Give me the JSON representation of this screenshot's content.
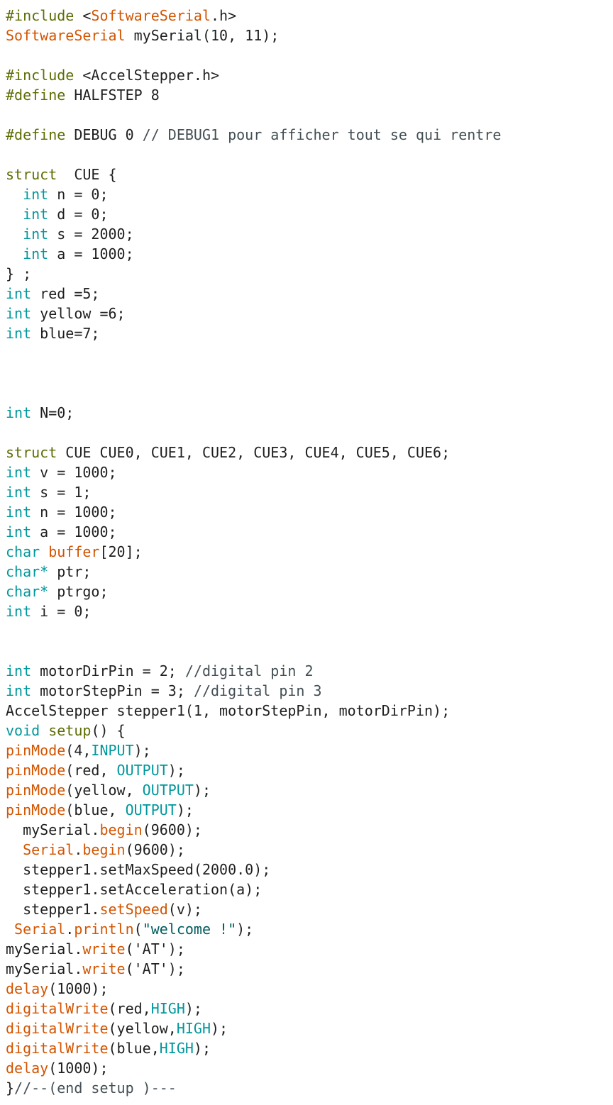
{
  "editor": {
    "lines": [
      [
        {
          "t": "#include",
          "c": "pp"
        },
        {
          "t": " <"
        },
        {
          "t": "SoftwareSerial",
          "c": "lib"
        },
        {
          "t": ".h>"
        }
      ],
      [
        {
          "t": "SoftwareSerial",
          "c": "lib"
        },
        {
          "t": " mySerial(10, 11);"
        }
      ],
      [],
      [
        {
          "t": "#include",
          "c": "pp"
        },
        {
          "t": " <AccelStepper.h>"
        }
      ],
      [
        {
          "t": "#define",
          "c": "pp"
        },
        {
          "t": " HALFSTEP 8"
        }
      ],
      [],
      [
        {
          "t": "#define",
          "c": "pp"
        },
        {
          "t": " DEBUG 0 "
        },
        {
          "t": "// DEBUG1 pour afficher tout se qui rentre",
          "c": "cmt"
        }
      ],
      [],
      [
        {
          "t": "struct",
          "c": "kw"
        },
        {
          "t": "  CUE {"
        }
      ],
      [
        {
          "t": "  "
        },
        {
          "t": "int",
          "c": "type"
        },
        {
          "t": " n = 0;"
        }
      ],
      [
        {
          "t": "  "
        },
        {
          "t": "int",
          "c": "type"
        },
        {
          "t": " d = 0;"
        }
      ],
      [
        {
          "t": "  "
        },
        {
          "t": "int",
          "c": "type"
        },
        {
          "t": " s = 2000;"
        }
      ],
      [
        {
          "t": "  "
        },
        {
          "t": "int",
          "c": "type"
        },
        {
          "t": " a = 1000;"
        }
      ],
      [
        {
          "t": "} ;"
        }
      ],
      [
        {
          "t": "int",
          "c": "type"
        },
        {
          "t": " red =5;"
        }
      ],
      [
        {
          "t": "int",
          "c": "type"
        },
        {
          "t": " yellow =6;"
        }
      ],
      [
        {
          "t": "int",
          "c": "type"
        },
        {
          "t": " blue=7;"
        }
      ],
      [],
      [],
      [],
      [
        {
          "t": "int",
          "c": "type"
        },
        {
          "t": " N=0;"
        }
      ],
      [],
      [
        {
          "t": "struct",
          "c": "kw"
        },
        {
          "t": " CUE CUE0, CUE1, CUE2, CUE3, CUE4, CUE5, CUE6;"
        }
      ],
      [
        {
          "t": "int",
          "c": "type"
        },
        {
          "t": " v = 1000;"
        }
      ],
      [
        {
          "t": "int",
          "c": "type"
        },
        {
          "t": " s = 1;"
        }
      ],
      [
        {
          "t": "int",
          "c": "type"
        },
        {
          "t": " n = 1000;"
        }
      ],
      [
        {
          "t": "int",
          "c": "type"
        },
        {
          "t": " a = 1000;"
        }
      ],
      [
        {
          "t": "char",
          "c": "type"
        },
        {
          "t": " "
        },
        {
          "t": "buffer",
          "c": "lib"
        },
        {
          "t": "[20];"
        }
      ],
      [
        {
          "t": "char*",
          "c": "type"
        },
        {
          "t": " ptr;"
        }
      ],
      [
        {
          "t": "char*",
          "c": "type"
        },
        {
          "t": " ptrgo;"
        }
      ],
      [
        {
          "t": "int",
          "c": "type"
        },
        {
          "t": " i = 0;"
        }
      ],
      [],
      [],
      [
        {
          "t": "int",
          "c": "type"
        },
        {
          "t": " motorDirPin = 2; "
        },
        {
          "t": "//digital pin 2",
          "c": "cmt"
        }
      ],
      [
        {
          "t": "int",
          "c": "type"
        },
        {
          "t": " motorStepPin = 3; "
        },
        {
          "t": "//digital pin 3",
          "c": "cmt"
        }
      ],
      [
        {
          "t": "AccelStepper stepper1(1, motorStepPin, motorDirPin);"
        }
      ],
      [
        {
          "t": "void",
          "c": "type"
        },
        {
          "t": " "
        },
        {
          "t": "setup",
          "c": "kw"
        },
        {
          "t": "() {"
        }
      ],
      [
        {
          "t": "pinMode",
          "c": "fn"
        },
        {
          "t": "(4,"
        },
        {
          "t": "INPUT",
          "c": "const"
        },
        {
          "t": ");"
        }
      ],
      [
        {
          "t": "pinMode",
          "c": "fn"
        },
        {
          "t": "(red, "
        },
        {
          "t": "OUTPUT",
          "c": "const"
        },
        {
          "t": ");"
        }
      ],
      [
        {
          "t": "pinMode",
          "c": "fn"
        },
        {
          "t": "(yellow, "
        },
        {
          "t": "OUTPUT",
          "c": "const"
        },
        {
          "t": ");"
        }
      ],
      [
        {
          "t": "pinMode",
          "c": "fn"
        },
        {
          "t": "(blue, "
        },
        {
          "t": "OUTPUT",
          "c": "const"
        },
        {
          "t": ");"
        }
      ],
      [
        {
          "t": "  mySerial."
        },
        {
          "t": "begin",
          "c": "fn"
        },
        {
          "t": "(9600);"
        }
      ],
      [
        {
          "t": "  "
        },
        {
          "t": "Serial",
          "c": "lib"
        },
        {
          "t": "."
        },
        {
          "t": "begin",
          "c": "fn"
        },
        {
          "t": "(9600);"
        }
      ],
      [
        {
          "t": "  stepper1.setMaxSpeed(2000.0);"
        }
      ],
      [
        {
          "t": "  stepper1.setAcceleration(a);"
        }
      ],
      [
        {
          "t": "  stepper1."
        },
        {
          "t": "setSpeed",
          "c": "fn"
        },
        {
          "t": "(v);"
        }
      ],
      [
        {
          "t": " "
        },
        {
          "t": "Serial",
          "c": "lib"
        },
        {
          "t": "."
        },
        {
          "t": "println",
          "c": "fn"
        },
        {
          "t": "("
        },
        {
          "t": "\"welcome !\"",
          "c": "str"
        },
        {
          "t": ");"
        }
      ],
      [
        {
          "t": "mySerial."
        },
        {
          "t": "write",
          "c": "fn"
        },
        {
          "t": "('AT');"
        }
      ],
      [
        {
          "t": "mySerial."
        },
        {
          "t": "write",
          "c": "fn"
        },
        {
          "t": "('AT');"
        }
      ],
      [
        {
          "t": "delay",
          "c": "fn"
        },
        {
          "t": "(1000);"
        }
      ],
      [
        {
          "t": "digitalWrite",
          "c": "fn"
        },
        {
          "t": "(red,"
        },
        {
          "t": "HIGH",
          "c": "const"
        },
        {
          "t": ");"
        }
      ],
      [
        {
          "t": "digitalWrite",
          "c": "fn"
        },
        {
          "t": "(yellow,"
        },
        {
          "t": "HIGH",
          "c": "const"
        },
        {
          "t": ");"
        }
      ],
      [
        {
          "t": "digitalWrite",
          "c": "fn"
        },
        {
          "t": "(blue,"
        },
        {
          "t": "HIGH",
          "c": "const"
        },
        {
          "t": ");"
        }
      ],
      [
        {
          "t": "delay",
          "c": "fn"
        },
        {
          "t": "(1000);"
        }
      ],
      [
        {
          "t": "}"
        },
        {
          "t": "//--(end setup )---",
          "c": "cmt"
        }
      ]
    ]
  }
}
